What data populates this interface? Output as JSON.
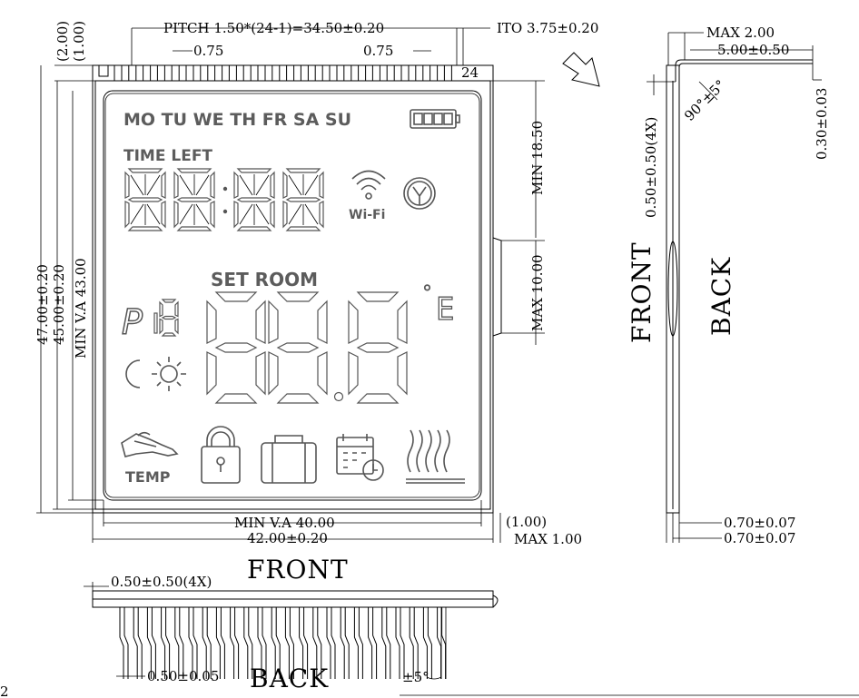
{
  "front_view": {
    "pitch_label": "PITCH 1.50*(24-1)=34.50±0.20",
    "ito_label": "ITO 3.75±0.20",
    "pin_width_left": "0.75",
    "pin_width_right": "0.75",
    "top_dim_2": "(2.00)",
    "top_dim_1": "(1.00)",
    "pin_count_label": "24",
    "height_total": "47.00±0.20",
    "height_glass": "45.00±0.20",
    "height_va": "MIN V.A 43.00",
    "min_18": "MIN 18.50",
    "max_10": "MAX 10.00",
    "width_va": "MIN V.A 40.00",
    "width_total": "42.00±0.20",
    "right_gap": "(1.00)",
    "max_1": "MAX 1.00"
  },
  "lcd": {
    "weekdays": "MO TU WE TH FR SA SU",
    "time_left": "TIME LEFT",
    "wifi": "Wi-Fi",
    "set_room": "SET ROOM",
    "p_label": "P",
    "temp": "TEMP",
    "degree": "°",
    "unit": "E"
  },
  "side_view": {
    "max_2": "MAX 2.00",
    "width_5": "5.00±0.50",
    "thickness": "0.30±0.03",
    "angle": "90°±5°",
    "bend": "0.50±0.50(4X)",
    "front": "FRONT",
    "back": "BACK",
    "glass_1": "0.70±0.07",
    "glass_2": "0.70±0.07"
  },
  "bottom_view": {
    "front": "FRONT",
    "back": "BACK",
    "bend": "0.50±0.50(4X)",
    "pin_width": "0.50±0.05",
    "angle": "±5°",
    "corner_mark": "2"
  }
}
